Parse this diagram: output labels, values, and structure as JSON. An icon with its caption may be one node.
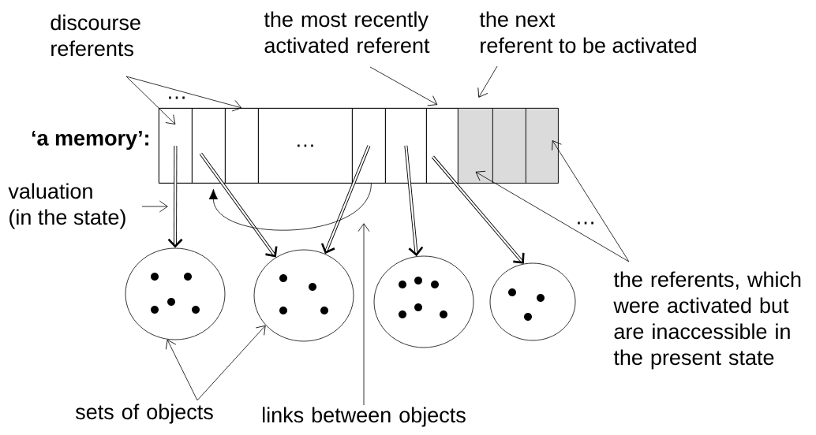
{
  "diagram": {
    "nodes": [
      {
        "text": [
          "‘a memory’:"
        ]
      },
      {
        "text": [],
        "shape": "box",
        "in": 0
      },
      {
        "text": [],
        "shape": "box",
        "in": 0
      },
      {
        "text": [],
        "shape": "box",
        "in": 0
      },
      {
        "text": [
          "…"
        ],
        "in": 0
      },
      {
        "text": [],
        "shape": "box",
        "in": 0
      },
      {
        "text": [],
        "shape": "box",
        "in": 0
      },
      {
        "text": [],
        "shape": "box",
        "in": 0
      },
      {
        "text": [],
        "shape": "box",
        "in": 0
      },
      {
        "text": [],
        "shape": "box",
        "in": 0
      },
      {
        "text": [],
        "shape": "box",
        "in": 0
      },
      {
        "text": [],
        "shape": "circle"
      },
      {
        "text": [],
        "shape": "circle"
      },
      {
        "text": [],
        "shape": "circle"
      },
      {
        "text": [],
        "shape": "circle"
      },
      {
        "text": [
          "discourse referents"
        ]
      },
      {
        "text": [
          "the most recently activated referent"
        ]
      },
      {
        "text": [
          "the next referent to be activated"
        ]
      },
      {
        "text": [
          "valuation (in the state)"
        ]
      },
      {
        "text": [
          "the referents, which were activated but are inaccessible in the present state"
        ]
      },
      {
        "text": [
          "sets of objects"
        ]
      },
      {
        "text": [
          "links between objects"
        ]
      }
    ],
    "edges": [
      {
        "from": 15,
        "to": 1,
        "arrow": "to"
      },
      {
        "from": 15,
        "to": 3,
        "arrow": "to"
      },
      {
        "from": 16,
        "to": 7,
        "arrow": "to"
      },
      {
        "from": 17,
        "to": 8,
        "arrow": "to"
      },
      {
        "from": 18,
        "to": null,
        "arrow": "to"
      },
      {
        "from": 19,
        "to": 8,
        "arrow": "to"
      },
      {
        "from": 19,
        "to": 10,
        "arrow": "to"
      },
      {
        "from": 20,
        "to": 11,
        "arrow": "to"
      },
      {
        "from": 20,
        "to": 12,
        "arrow": "to"
      },
      {
        "from": 21,
        "to": null,
        "arrow": "to"
      },
      {
        "from": 1,
        "to": 11,
        "arrow": "to",
        "style": "thick"
      },
      {
        "from": 2,
        "to": 12,
        "arrow": "to",
        "style": "thick"
      },
      {
        "from": 5,
        "to": 12,
        "arrow": "to",
        "style": "thick"
      },
      {
        "from": 6,
        "to": 13,
        "arrow": "to",
        "style": "thick"
      },
      {
        "from": 7,
        "to": 14,
        "arrow": "to",
        "style": "thick"
      },
      {
        "from": 5,
        "to": 2,
        "arrow": "to"
      }
    ],
    "labels": [
      "…",
      "…"
    ]
  }
}
